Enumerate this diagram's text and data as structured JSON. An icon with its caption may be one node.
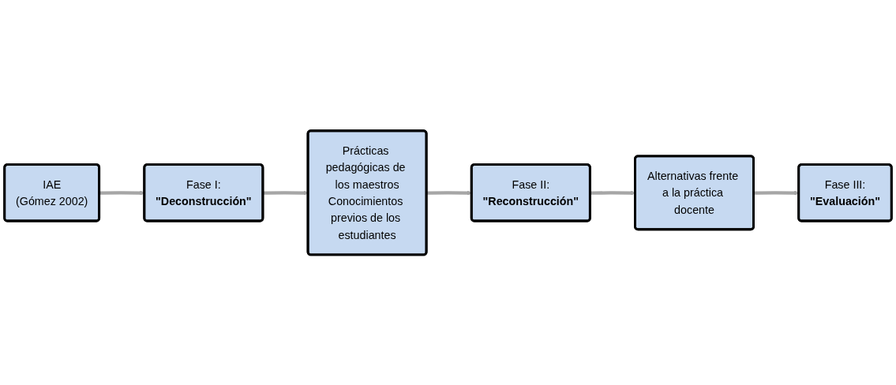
{
  "diagram": {
    "nodes": [
      {
        "text": [
          "IAE",
          "(Gómez 2002)"
        ]
      },
      {
        "text": [
          "Fase I:",
          "\"Deconstrucción\""
        ]
      },
      {
        "text": [
          "Prácticas pedagógicas de los maestros",
          "Conocimientos previos de los estudiantes"
        ]
      },
      {
        "text": [
          "Fase II:",
          "\"Reconstrucción\""
        ]
      },
      {
        "text": [
          "Alternativas frente a la práctica docente"
        ]
      },
      {
        "text": [
          "Fase III:",
          "\"Evaluación\""
        ]
      }
    ],
    "edges": [
      {
        "from": 0,
        "to": 1,
        "arrow": "to"
      },
      {
        "from": 1,
        "to": 2,
        "arrow": "to"
      },
      {
        "from": 2,
        "to": 3,
        "arrow": "to"
      },
      {
        "from": 3,
        "to": 4,
        "arrow": "to"
      },
      {
        "from": 4,
        "to": 5,
        "arrow": "to"
      }
    ]
  }
}
